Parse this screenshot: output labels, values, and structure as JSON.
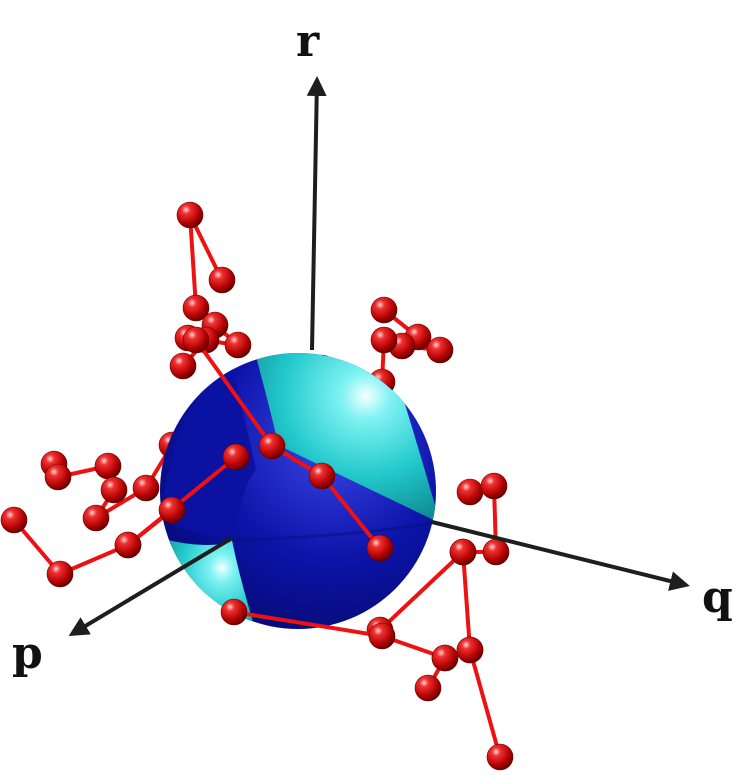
{
  "axes": {
    "r": "r",
    "q": "q",
    "p": "p"
  },
  "colors": {
    "axis": "#1e1e1e",
    "sphere_dark": "#0a0f9c",
    "sphere_light": "#2fd3d6",
    "bead": "#d40000",
    "bond": "#ee1111"
  }
}
